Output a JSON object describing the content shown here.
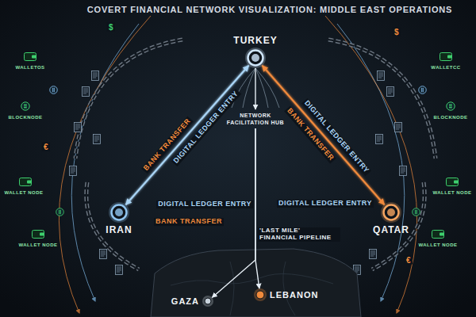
{
  "diagram": {
    "title": "COVERT FINANCIAL NETWORK VISUALIZATION: MIDDLE EAST OPERATIONS",
    "nodes": [
      {
        "text": [
          "TURKEY"
        ]
      },
      {
        "text": [
          "IRAN"
        ]
      },
      {
        "text": [
          "QATAR"
        ]
      },
      {
        "text": [
          "NETWORK FACILITATION HUB"
        ]
      },
      {
        "text": [
          "GAZA"
        ]
      },
      {
        "text": [
          "LEBANON"
        ]
      }
    ],
    "edges": [
      {
        "from": 0,
        "to": 1,
        "label": "DIGITAL LEDGER ENTRY",
        "arrow": "both"
      },
      {
        "from": 0,
        "to": 2,
        "label": "BANK TRANSFER",
        "arrow": "both"
      },
      {
        "from": 1,
        "to": 2,
        "label": "DIGITAL LEDGER ENTRY",
        "arrow": "both"
      },
      {
        "from": 0,
        "to": 3,
        "arrow": "to"
      },
      {
        "from": 3,
        "to": 4,
        "arrow": "to"
      },
      {
        "from": 3,
        "to": 5,
        "label": "'LAST MILE' FINANCIAL PIPELINE",
        "arrow": "to"
      }
    ],
    "labels": [
      "BANK TRANSFER",
      "DIGITAL LEDGER ENTRY",
      "DIGITAL LEDGER ENTRY",
      "BANK TRANSFER",
      "WALLETOS",
      "BLOCKNODE",
      "WALLET NODE",
      "WALLET NODE",
      "WALLETCC",
      "BLOCKNODE",
      "WALLET NODE",
      "WALLET NODE",
      "$",
      "$",
      "€",
      "€"
    ]
  }
}
